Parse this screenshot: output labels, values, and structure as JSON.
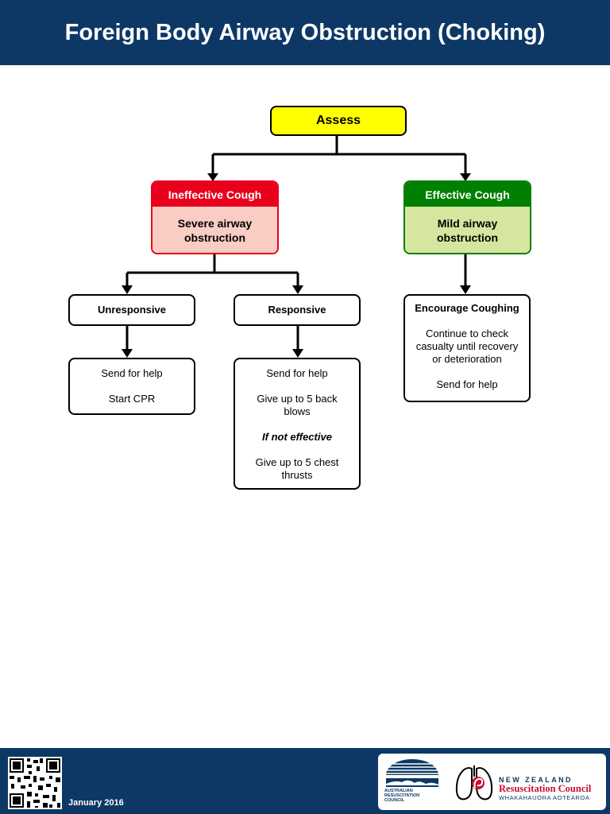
{
  "header": {
    "title": "Foreign Body Airway Obstruction (Choking)"
  },
  "flowchart": {
    "assess": "Assess",
    "ineffective": {
      "head": "Ineffective Cough",
      "body": "Severe airway obstruction"
    },
    "effective": {
      "head": "Effective Cough",
      "body": "Mild airway obstruction"
    },
    "unresponsive": {
      "label": "Unresponsive",
      "actions": [
        "Send for help",
        "Start CPR"
      ]
    },
    "responsive": {
      "label": "Responsive",
      "actions": [
        "Send for help",
        "Give up to 5 back blows",
        "If not effective",
        "Give up to 5 chest thrusts"
      ]
    },
    "mild": {
      "title": "Encourage Coughing",
      "actions": [
        "Continue to check casualty until recovery or deterioration",
        "Send for help"
      ]
    }
  },
  "footer": {
    "date": "January 2016",
    "arc_logo_text": "AUSTRALIAN RESUSCITATION COUNCIL",
    "nz_logo": {
      "line1": "NEW ZEALAND",
      "line2": "Resuscitation Council",
      "line3": "WHAKAHAUORA AOTEAROA"
    }
  },
  "colors": {
    "brand_navy": "#0d3866",
    "assess_yellow": "#ffff00",
    "severe_red": "#e8001d",
    "severe_fill": "#f9ccc4",
    "mild_green": "#008000",
    "mild_fill": "#d6e6a0"
  }
}
